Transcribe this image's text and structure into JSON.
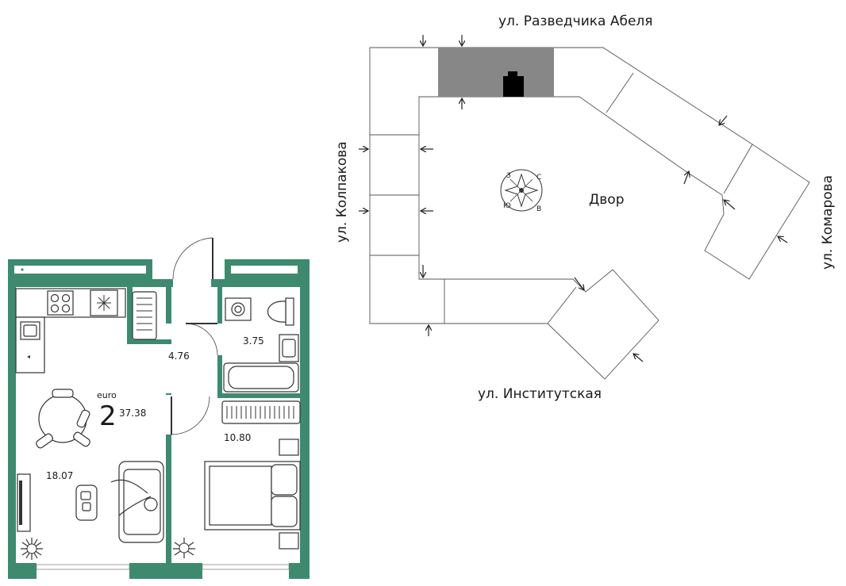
{
  "apartment": {
    "type_label": "euro",
    "rooms": "2",
    "total_area": "37.38",
    "rooms_areas": {
      "hall": "4.76",
      "bathroom": "3.75",
      "bedroom": "10.80",
      "living": "18.07"
    }
  },
  "site": {
    "streets": {
      "top": "ул. Разведчика Абеля",
      "left": "ул. Колпакова",
      "right": "ул. Комарова",
      "bottom": "ул. Институтская"
    },
    "yard_label": "Двор",
    "compass": {
      "n": "С",
      "s": "Ю",
      "e": "В",
      "w": "З"
    }
  },
  "colors": {
    "wall": "#3e8a6f",
    "highlight_section": "#878787",
    "marker": "#000000"
  }
}
